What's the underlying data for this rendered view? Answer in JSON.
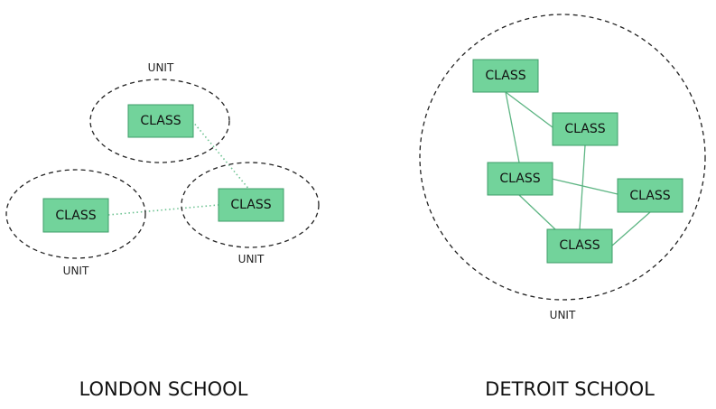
{
  "labels": {
    "class": "CLASS",
    "unit": "UNIT"
  },
  "schools": {
    "london": "LONDON SCHOOL",
    "detroit": "DETROIT SCHOOL"
  },
  "colors": {
    "class_fill": "#72d39b",
    "class_border": "#3f9e6a",
    "link": "#5db583",
    "unit_border": "#222222"
  }
}
